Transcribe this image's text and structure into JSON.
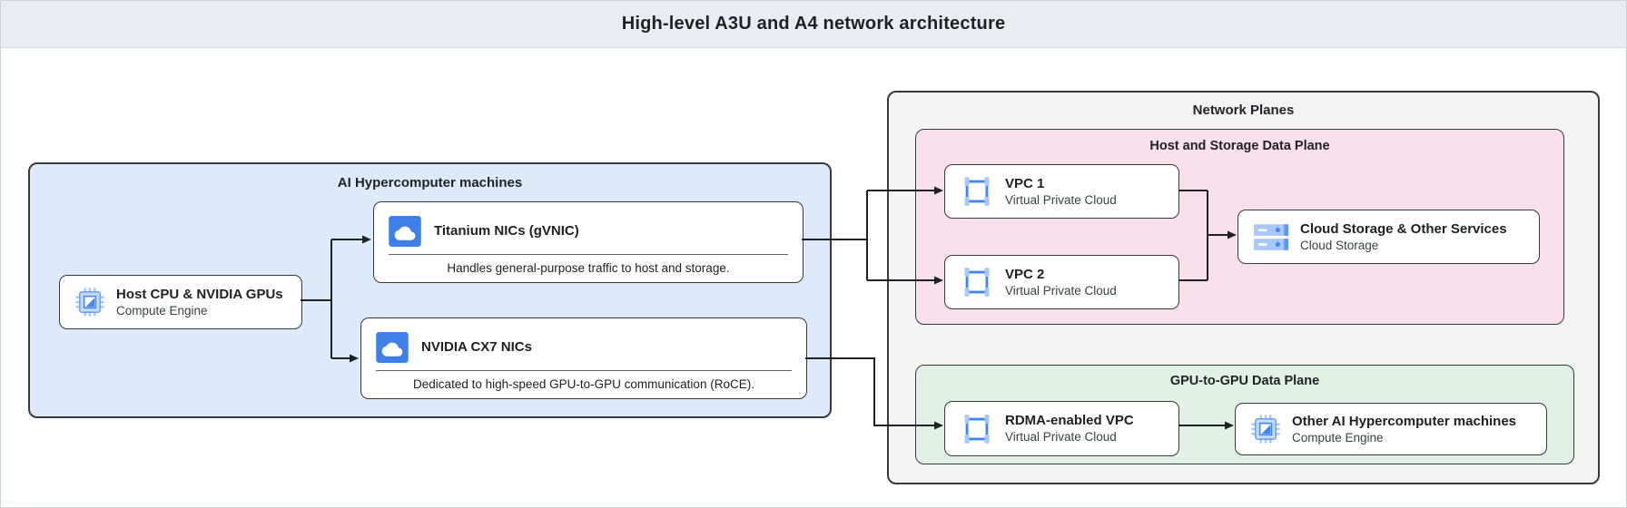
{
  "header": {
    "title": "High-level A3U and A4 network architecture"
  },
  "colors": {
    "header_bg": "#E9EDF1",
    "blue_zone_fill": "#DCEAFB",
    "gray_zone_fill": "#F4F4F5",
    "pink_zone_fill": "#FAE0EA",
    "green_zone_fill": "#E2F1E5",
    "node_border": "#37393C",
    "wire": "#202124",
    "icon_blue": "#4285F4",
    "icon_light_blue": "#A8C7FA"
  },
  "ai_hypercomputer": {
    "label": "AI Hypercomputer machines",
    "host": {
      "title": "Host CPU & NVIDIA GPUs",
      "subtitle": "Compute Engine"
    },
    "titanium_nics": {
      "title": "Titanium NICs (gVNIC)",
      "description": "Handles general-purpose traffic to host and storage."
    },
    "cx7_nics": {
      "title": "NVIDIA CX7 NICs",
      "description": "Dedicated to high-speed GPU-to-GPU communication (RoCE)."
    }
  },
  "network_planes": {
    "label": "Network Planes",
    "host_storage_plane": {
      "label": "Host and Storage Data Plane",
      "vpc1": {
        "title": "VPC 1",
        "subtitle": "Virtual Private Cloud"
      },
      "vpc2": {
        "title": "VPC 2",
        "subtitle": "Virtual Private Cloud"
      },
      "storage": {
        "title": "Cloud Storage & Other Services",
        "subtitle": "Cloud Storage"
      }
    },
    "gpu_plane": {
      "label": "GPU-to-GPU Data Plane",
      "rdma_vpc": {
        "title": "RDMA-enabled VPC",
        "subtitle": "Virtual Private Cloud"
      },
      "other_machines": {
        "title": "Other AI Hypercomputer machines",
        "subtitle": "Compute Engine"
      }
    }
  }
}
